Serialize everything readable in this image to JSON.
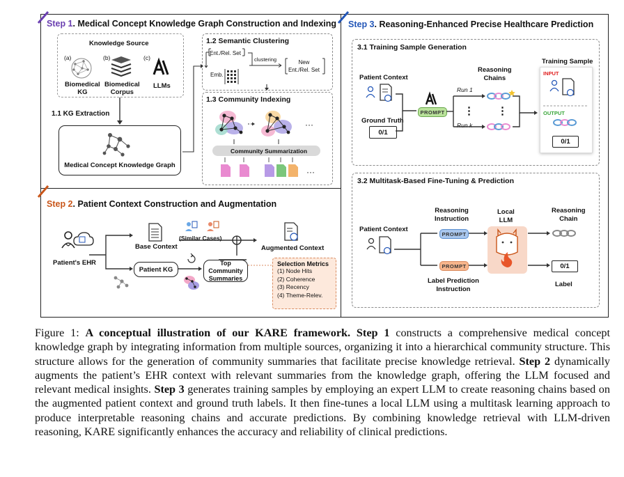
{
  "step1": {
    "num": "Step 1",
    "title": ". Medical Concept Knowledge Graph Construction and Indexing",
    "knowledge_source": "Knowledge Source",
    "src_a_tag": "(a)",
    "src_b_tag": "(b)",
    "src_c_tag": "(c)",
    "src_a": [
      "Biomedical",
      "KG"
    ],
    "src_b": [
      "Biomedical",
      "Corpus"
    ],
    "src_c": "LLMs",
    "kg_extraction": "1.1 KG Extraction",
    "kg_box": "Medical Concept Knowledge Graph",
    "semantic_clustering": "1.2 Semantic Clustering",
    "ent_set": "Ent./Rel. Set",
    "emb": "Emb.",
    "clustering": "clustering",
    "new_set": [
      "New",
      "Ent./Rel. Set"
    ],
    "community_indexing": "1.3 Community Indexing",
    "community_summarization": "Community Summarization",
    "ellipsis": "···"
  },
  "step2": {
    "num": "Step 2",
    "title": ". Patient Context Construction and Augmentation",
    "patient_ehr": "Patient's EHR",
    "base_context": "Base Context",
    "similar_cases": "(Similar Cases)",
    "augmented_context": "Augmented Context",
    "patient_kg": "Patient KG",
    "top_community": [
      "Top Community",
      "Summaries"
    ],
    "selection_metrics_title": "Selection Metrics",
    "selection_metrics": [
      "(1) Node Hits",
      "(2) Coherence",
      "(3) Recency",
      "(4) Theme-Relev."
    ]
  },
  "step3": {
    "num": "Step 3",
    "title": ". Reasoning-Enhanced Precise Healthcare Prediction",
    "training_gen": "3.1 Training Sample Generation",
    "patient_context": "Patient Context",
    "reasoning_chains": [
      "Reasoning",
      "Chains"
    ],
    "training_sample": "Training Sample",
    "input": "INPUT",
    "output": "OUTPUT",
    "ground_truth": "Ground Truth",
    "zero_one": "0/1",
    "run1": "Run 1",
    "runk": "Run k",
    "prompt": "PROMPT",
    "finetune": "3.2 Multitask-Based Fine-Tuning & Prediction",
    "reasoning_instruction": [
      "Reasoning",
      "Instruction"
    ],
    "local_llm": [
      "Local",
      "LLM"
    ],
    "reasoning_chain": [
      "Reasoning",
      "Chain"
    ],
    "label_instruction": [
      "Label Prediction",
      "Instruction"
    ],
    "label": "Label",
    "vertical_dots": "⋮"
  },
  "caption": {
    "figure": "Figure 1: ",
    "bold_title": "A conceptual illustration of our KARE framework.",
    "s1": "Step 1",
    "t1": " constructs a comprehensive medical concept knowledge graph by integrating information from multiple sources, organizing it into a hierarchical community structure. This structure allows for the generation of community summaries that facilitate precise knowledge retrieval. ",
    "s2": "Step 2",
    "t2": " dynamically augments the patient’s EHR context with relevant summaries from the knowledge graph, offering the LLM focused and relevant medical insights. ",
    "s3": "Step 3",
    "t3": " generates training samples by employing an expert LLM to create reasoning chains based on the augmented patient context and ground truth labels. It then fine-tunes a local LLM using a multitask learning approach to produce interpretable reasoning chains and accurate predictions. By combining knowledge retrieval with LLM-driven reasoning, KARE significantly enhances the accuracy and reliability of clinical predictions."
  },
  "colors": {
    "step1": "#6a3fb0",
    "step2": "#c9561a",
    "step3": "#2457b8",
    "prompt_green": "#b9e29a",
    "prompt_blue": "#a9c7ee",
    "prompt_orange": "#f6b58c",
    "metrics_bg": "#fde9dc",
    "llm_bg": "#f8d8c8"
  }
}
